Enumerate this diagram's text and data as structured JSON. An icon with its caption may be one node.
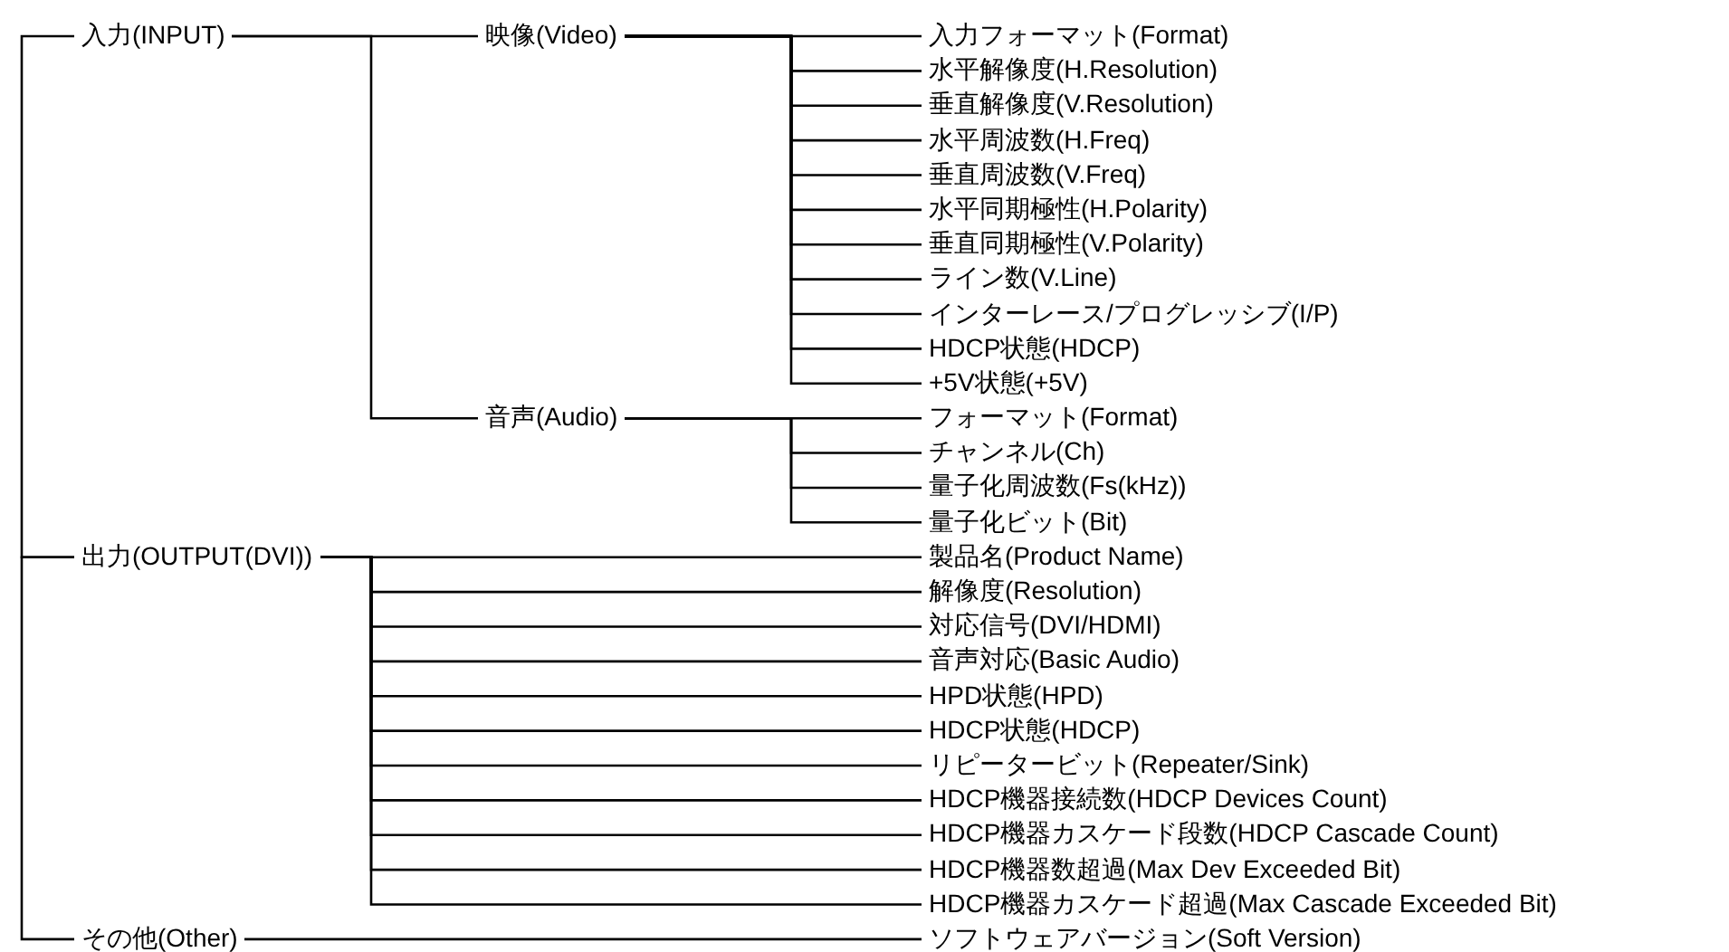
{
  "diagram": {
    "nodes": [
      {
        "text": [
          "入力(INPUT)"
        ]
      },
      {
        "text": [
          "映像(Video)"
        ]
      },
      {
        "text": [
          "入力フォーマット(Format)"
        ]
      },
      {
        "text": [
          "水平解像度(H.Resolution)"
        ]
      },
      {
        "text": [
          "垂直解像度(V.Resolution)"
        ]
      },
      {
        "text": [
          "水平周波数(H.Freq)"
        ]
      },
      {
        "text": [
          "垂直周波数(V.Freq)"
        ]
      },
      {
        "text": [
          "水平同期極性(H.Polarity)"
        ]
      },
      {
        "text": [
          "垂直同期極性(V.Polarity)"
        ]
      },
      {
        "text": [
          "ライン数(V.Line)"
        ]
      },
      {
        "text": [
          "インターレース/プログレッシブ(I/P)"
        ]
      },
      {
        "text": [
          "HDCP状態(HDCP)"
        ]
      },
      {
        "text": [
          "+5V状態(+5V)"
        ]
      },
      {
        "text": [
          "音声(Audio)"
        ]
      },
      {
        "text": [
          "フォーマット(Format)"
        ]
      },
      {
        "text": [
          "チャンネル(Ch)"
        ]
      },
      {
        "text": [
          "量子化周波数(Fs(kHz))"
        ]
      },
      {
        "text": [
          "量子化ビット(Bit)"
        ]
      },
      {
        "text": [
          "出力(OUTPUT(DVI))"
        ]
      },
      {
        "text": [
          "製品名(Product Name)"
        ]
      },
      {
        "text": [
          "解像度(Resolution)"
        ]
      },
      {
        "text": [
          "対応信号(DVI/HDMI)"
        ]
      },
      {
        "text": [
          "音声対応(Basic Audio)"
        ]
      },
      {
        "text": [
          "HPD状態(HPD)"
        ]
      },
      {
        "text": [
          "HDCP状態(HDCP)"
        ]
      },
      {
        "text": [
          "リピータービット(Repeater/Sink)"
        ]
      },
      {
        "text": [
          "HDCP機器接続数(HDCP Devices Count)"
        ]
      },
      {
        "text": [
          "HDCP機器カスケード段数(HDCP Cascade Count)"
        ]
      },
      {
        "text": [
          "HDCP機器数超過(Max Dev Exceeded Bit)"
        ]
      },
      {
        "text": [
          "HDCP機器カスケード超過(Max Cascade Exceeded Bit)"
        ]
      },
      {
        "text": [
          "その他(Other)"
        ]
      },
      {
        "text": [
          "ソフトウェアバージョン(Soft Version)"
        ]
      }
    ],
    "edges": [
      {
        "from": 0,
        "to": 18,
        "arrow": "none"
      },
      {
        "from": 18,
        "to": 30,
        "arrow": "none"
      },
      {
        "from": 0,
        "to": 1,
        "arrow": "none"
      },
      {
        "from": 0,
        "to": 13,
        "arrow": "none"
      },
      {
        "from": 1,
        "to": 2,
        "arrow": "none"
      },
      {
        "from": 1,
        "to": 3,
        "arrow": "none"
      },
      {
        "from": 1,
        "to": 4,
        "arrow": "none"
      },
      {
        "from": 1,
        "to": 5,
        "arrow": "none"
      },
      {
        "from": 1,
        "to": 6,
        "arrow": "none"
      },
      {
        "from": 1,
        "to": 7,
        "arrow": "none"
      },
      {
        "from": 1,
        "to": 8,
        "arrow": "none"
      },
      {
        "from": 1,
        "to": 9,
        "arrow": "none"
      },
      {
        "from": 1,
        "to": 10,
        "arrow": "none"
      },
      {
        "from": 1,
        "to": 11,
        "arrow": "none"
      },
      {
        "from": 1,
        "to": 12,
        "arrow": "none"
      },
      {
        "from": 13,
        "to": 14,
        "arrow": "none"
      },
      {
        "from": 13,
        "to": 15,
        "arrow": "none"
      },
      {
        "from": 13,
        "to": 16,
        "arrow": "none"
      },
      {
        "from": 13,
        "to": 17,
        "arrow": "none"
      },
      {
        "from": 18,
        "to": 19,
        "arrow": "none"
      },
      {
        "from": 18,
        "to": 20,
        "arrow": "none"
      },
      {
        "from": 18,
        "to": 21,
        "arrow": "none"
      },
      {
        "from": 18,
        "to": 22,
        "arrow": "none"
      },
      {
        "from": 18,
        "to": 23,
        "arrow": "none"
      },
      {
        "from": 18,
        "to": 24,
        "arrow": "none"
      },
      {
        "from": 18,
        "to": 25,
        "arrow": "none"
      },
      {
        "from": 18,
        "to": 26,
        "arrow": "none"
      },
      {
        "from": 18,
        "to": 27,
        "arrow": "none"
      },
      {
        "from": 18,
        "to": 28,
        "arrow": "none"
      },
      {
        "from": 18,
        "to": 29,
        "arrow": "none"
      },
      {
        "from": 30,
        "to": 31,
        "arrow": "none"
      }
    ]
  }
}
